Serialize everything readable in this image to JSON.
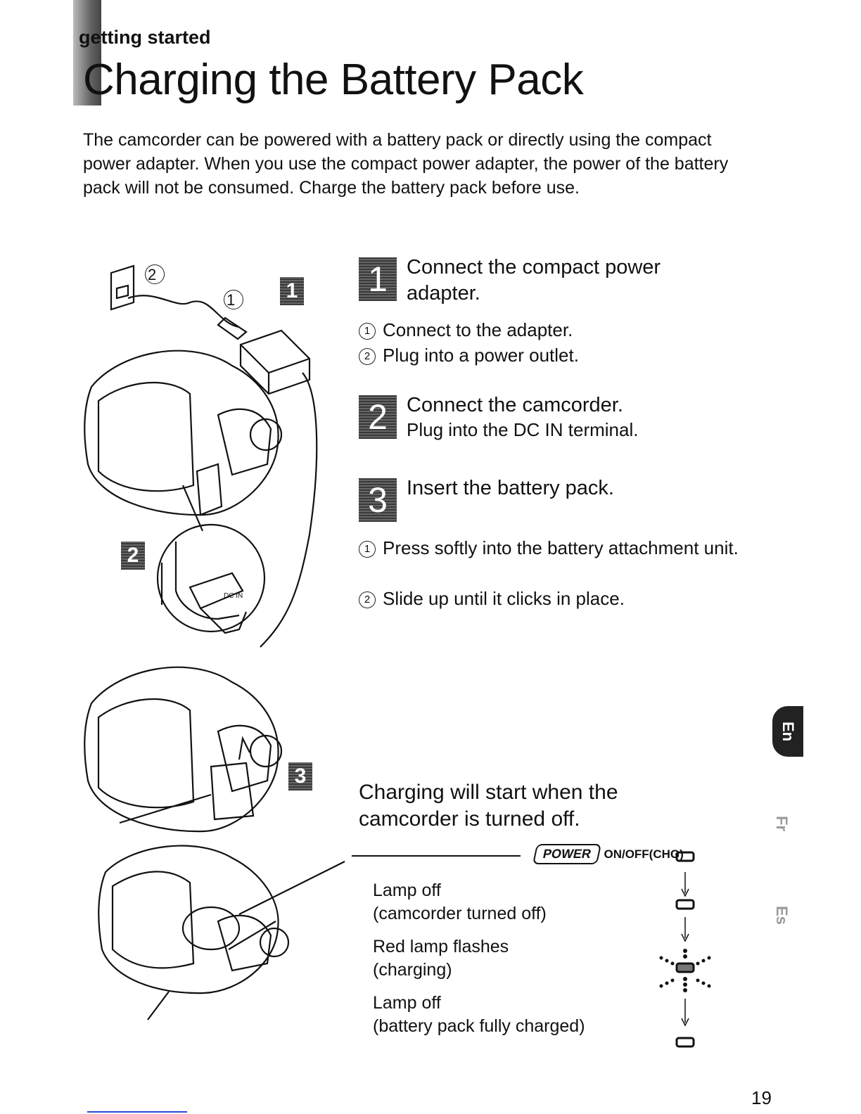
{
  "section_label": "getting started",
  "title": "Charging the Battery Pack",
  "intro": "The camcorder can be powered with a battery pack or directly using the compact power adapter. When you use the compact power adapter, the power of the battery pack will not be consumed. Charge the battery pack before use.",
  "steps": [
    {
      "number": "1",
      "title": "Connect the compact power adapter.",
      "items": [
        {
          "mark": "1",
          "text": "Connect to the adapter."
        },
        {
          "mark": "2",
          "text": "Plug into a power outlet."
        }
      ]
    },
    {
      "number": "2",
      "title": "Connect the camcorder.",
      "subtitle": "Plug into the DC IN terminal."
    },
    {
      "number": "3",
      "title": "Insert the battery pack.",
      "items": [
        {
          "mark": "1",
          "text": "Press softly into the battery attachment unit."
        },
        {
          "mark": "2",
          "text": "Slide up until it clicks in place."
        }
      ]
    }
  ],
  "figure": {
    "markers": [
      "1",
      "2",
      "3"
    ],
    "callouts": [
      "2",
      "1"
    ],
    "dc_label": "DC IN"
  },
  "charging_note": "Charging will start when the camcorder is turned off.",
  "power_button": "POWER",
  "power_indicator": "ON/OFF(CHG)",
  "lamp_states": [
    {
      "line1": "Lamp off",
      "line2": "(camcorder turned off)"
    },
    {
      "line1": "Red lamp flashes",
      "line2": "(charging)"
    },
    {
      "line1": "Lamp off",
      "line2": "(battery pack fully charged)"
    }
  ],
  "languages": [
    "En",
    "Fr",
    "Es"
  ],
  "page_number": "19"
}
